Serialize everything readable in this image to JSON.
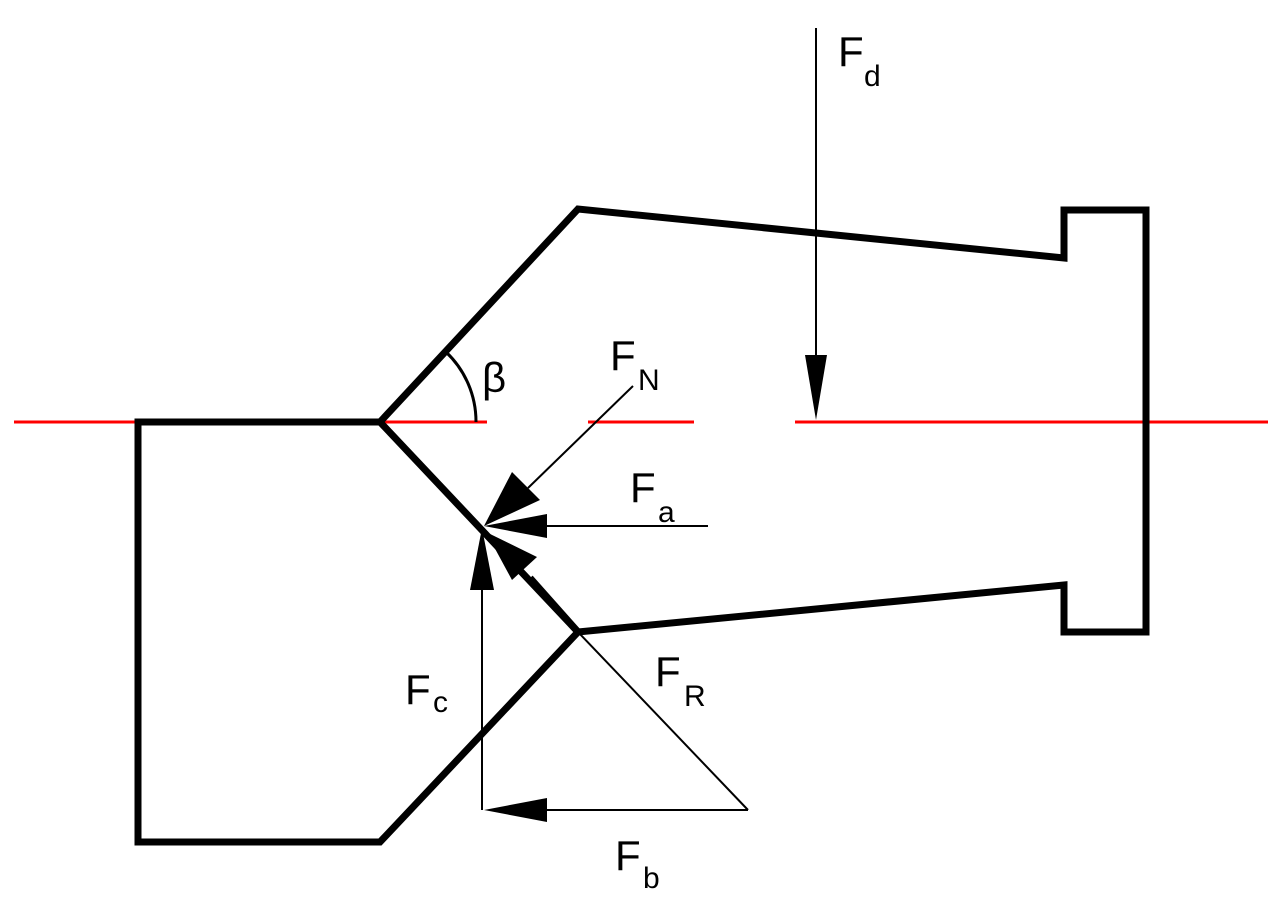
{
  "labels": {
    "angle": "β",
    "fd": {
      "main": "F",
      "sub": "d"
    },
    "fn": {
      "main": "F",
      "sub": "N"
    },
    "fa": {
      "main": "F",
      "sub": "a"
    },
    "fc": {
      "main": "F",
      "sub": "c"
    },
    "fr": {
      "main": "F",
      "sub": "R"
    },
    "fb": {
      "main": "F",
      "sub": "b"
    }
  },
  "colors": {
    "outline": "#000000",
    "axis": "#ff0000",
    "background": "#ffffff"
  }
}
